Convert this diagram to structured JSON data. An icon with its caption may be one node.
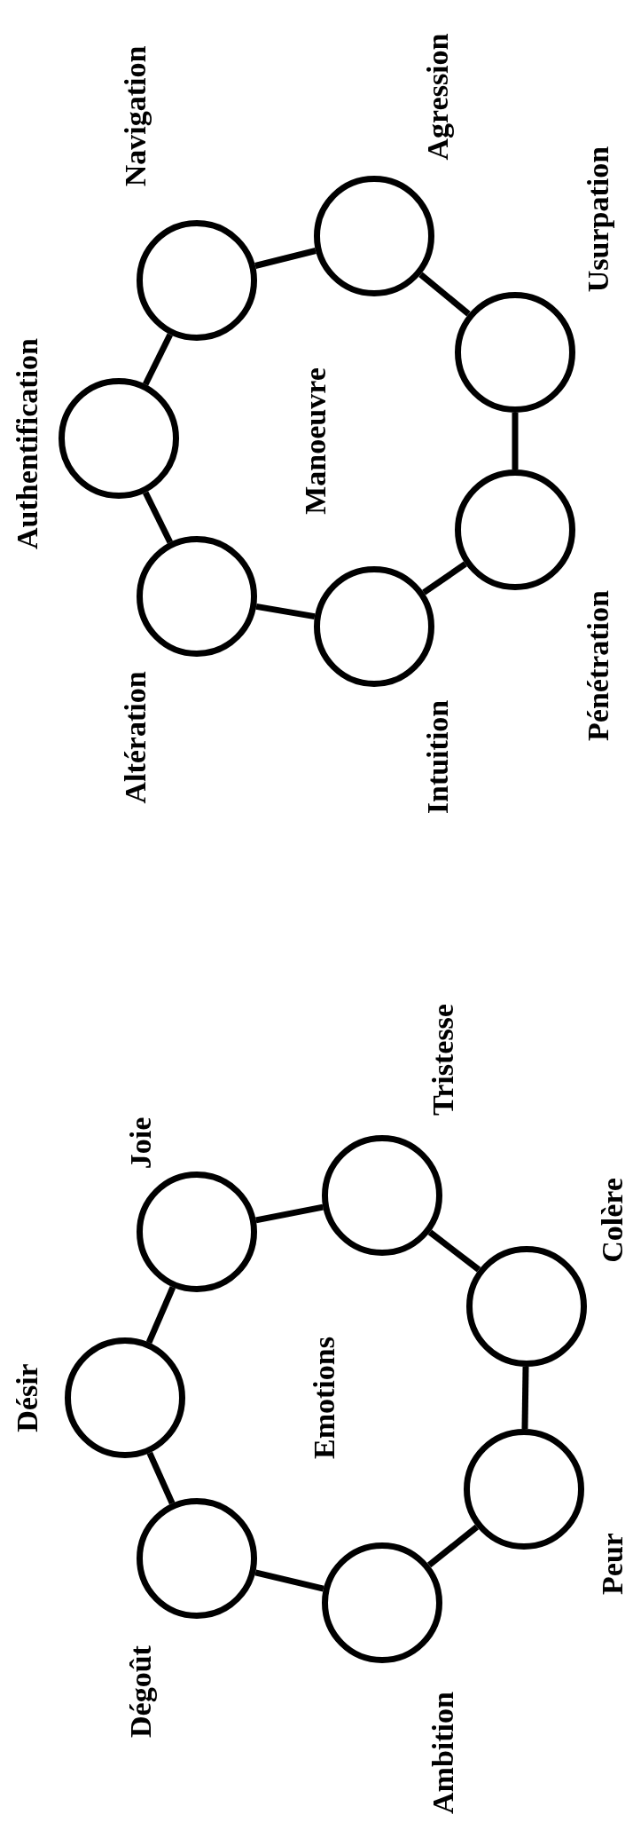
{
  "diagram": {
    "nodes": [
      {
        "text": [],
        "shape": "circle",
        "beside": [
          "Authentification"
        ]
      },
      {
        "text": [],
        "shape": "circle",
        "beside": [
          "Navigation"
        ]
      },
      {
        "text": [],
        "shape": "circle",
        "beside": [
          "Agression"
        ]
      },
      {
        "text": [],
        "shape": "circle",
        "beside": [
          "Usurpation"
        ]
      },
      {
        "text": [],
        "shape": "circle",
        "beside": [
          "Pénétration"
        ]
      },
      {
        "text": [],
        "shape": "circle",
        "beside": [
          "Intuition"
        ]
      },
      {
        "text": [],
        "shape": "circle",
        "beside": [
          "Altération"
        ]
      },
      {
        "text": [],
        "shape": "circle",
        "beside": [
          "Désir"
        ]
      },
      {
        "text": [],
        "shape": "circle",
        "beside": [
          "Joie"
        ]
      },
      {
        "text": [],
        "shape": "circle",
        "beside": [
          "Tristesse"
        ]
      },
      {
        "text": [],
        "shape": "circle",
        "beside": [
          "Colère"
        ]
      },
      {
        "text": [],
        "shape": "circle",
        "beside": [
          "Peur"
        ]
      },
      {
        "text": [],
        "shape": "circle",
        "beside": [
          "Ambition"
        ]
      },
      {
        "text": [],
        "shape": "circle",
        "beside": [
          "Dégoût"
        ]
      }
    ],
    "edges": [
      {
        "from": 0,
        "to": 1,
        "arrow": "none"
      },
      {
        "from": 1,
        "to": 2,
        "arrow": "none"
      },
      {
        "from": 2,
        "to": 3,
        "arrow": "none"
      },
      {
        "from": 3,
        "to": 4,
        "arrow": "none"
      },
      {
        "from": 4,
        "to": 5,
        "arrow": "none"
      },
      {
        "from": 5,
        "to": 6,
        "arrow": "none"
      },
      {
        "from": 6,
        "to": 0,
        "arrow": "none"
      },
      {
        "from": 7,
        "to": 8,
        "arrow": "none"
      },
      {
        "from": 8,
        "to": 9,
        "arrow": "none"
      },
      {
        "from": 9,
        "to": 10,
        "arrow": "none"
      },
      {
        "from": 10,
        "to": 11,
        "arrow": "none"
      },
      {
        "from": 11,
        "to": 12,
        "arrow": "none"
      },
      {
        "from": 12,
        "to": 13,
        "arrow": "none"
      },
      {
        "from": 13,
        "to": 7,
        "arrow": "none"
      }
    ],
    "labels": [
      "Manoeuvre",
      "Emotions"
    ]
  }
}
